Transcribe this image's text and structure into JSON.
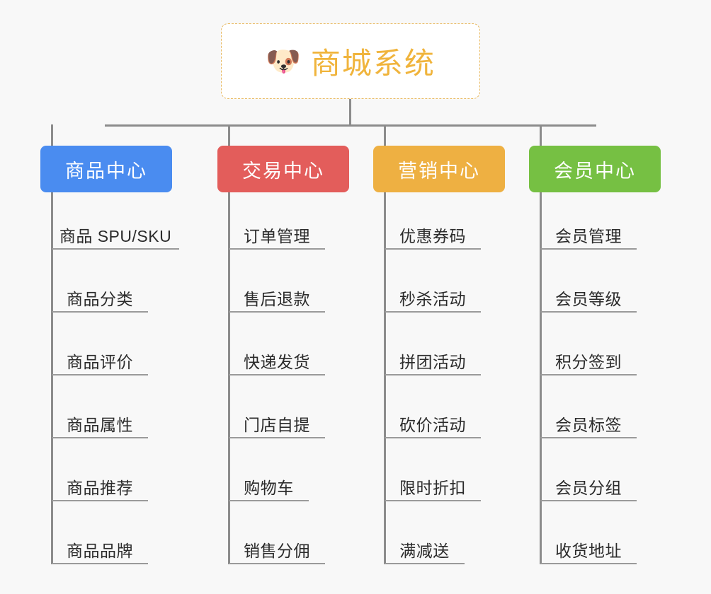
{
  "page": {
    "background_color": "#f8f8f8",
    "line_color": "#8c8c8c",
    "leaf_line_color": "#9a9a9a"
  },
  "root": {
    "title": "商城系统",
    "icon": "dog-face-emoji",
    "icon_glyph": "🐶",
    "text_color": "#f0b43c",
    "border_color": "#e8b960",
    "background": "#ffffff"
  },
  "branches": [
    {
      "label": "商品中心",
      "color": "#4a8cf0",
      "leaves": [
        "商品 SPU/SKU",
        "商品分类",
        "商品评价",
        "商品属性",
        "商品推荐",
        "商品品牌"
      ]
    },
    {
      "label": "交易中心",
      "color": "#e35d5b",
      "leaves": [
        "订单管理",
        "售后退款",
        "快递发货",
        "门店自提",
        "购物车",
        "销售分佣"
      ]
    },
    {
      "label": "营销中心",
      "color": "#eeb042",
      "leaves": [
        "优惠券码",
        "秒杀活动",
        "拼团活动",
        "砍价活动",
        "限时折扣",
        "满减送"
      ]
    },
    {
      "label": "会员中心",
      "color": "#76c043",
      "leaves": [
        "会员管理",
        "会员等级",
        "积分签到",
        "会员标签",
        "会员分组",
        "收货地址"
      ]
    }
  ]
}
